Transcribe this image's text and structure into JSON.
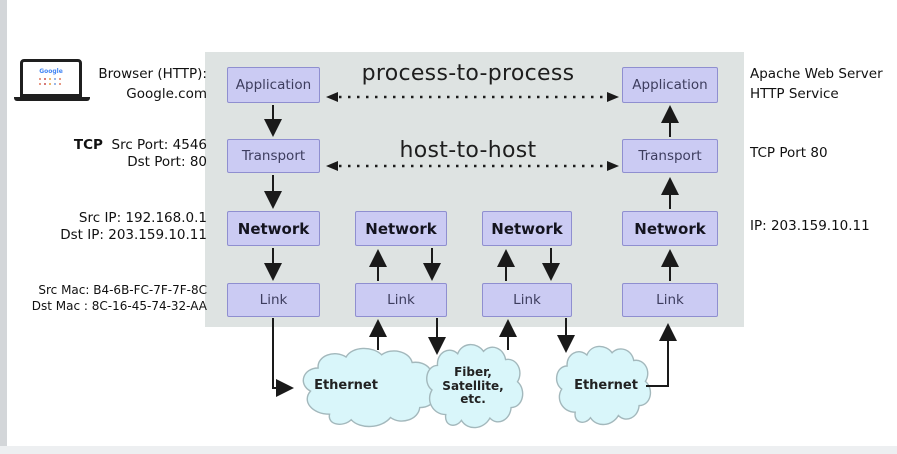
{
  "left_panel": {
    "laptop_screen_text": "Google",
    "browser_line1": "Browser (HTTP):",
    "browser_line2": "Google.com",
    "tcp_label": "TCP",
    "tcp_line1": "Src Port: 4546",
    "tcp_line2": "Dst Port: 80",
    "ip_line1": "Src IP: 192.168.0.1",
    "ip_line2": "Dst IP: 203.159.10.11",
    "mac_line1": "Src Mac: B4-6B-FC-7F-7F-8C",
    "mac_line2": "Dst Mac : 8C-16-45-74-32-AA"
  },
  "right_panel": {
    "server_line1": "Apache Web Server",
    "server_line2": "HTTP Service",
    "tcp_port": "TCP Port 80",
    "ip": "IP: 203.159.10.11"
  },
  "diagram": {
    "label_top": "process-to-process",
    "label_mid": "host-to-host",
    "stacks": {
      "client": [
        "Application",
        "Transport",
        "Network",
        "Link"
      ],
      "router1": [
        "Network",
        "Link"
      ],
      "router2": [
        "Network",
        "Link"
      ],
      "server": [
        "Application",
        "Transport",
        "Network",
        "Link"
      ]
    },
    "clouds": {
      "left": "Ethernet",
      "middle_line1": "Fiber,",
      "middle_line2": "Satellite,",
      "middle_line3": "etc.",
      "right": "Ethernet"
    }
  },
  "colors": {
    "panel_bg": "#dee3e2",
    "box_fill": "#cbcbf3",
    "box_border": "#8f8fd0",
    "cloud_fill": "#d9f6fa",
    "cloud_border": "#a3b8bc",
    "arrow": "#1a1a1a"
  }
}
